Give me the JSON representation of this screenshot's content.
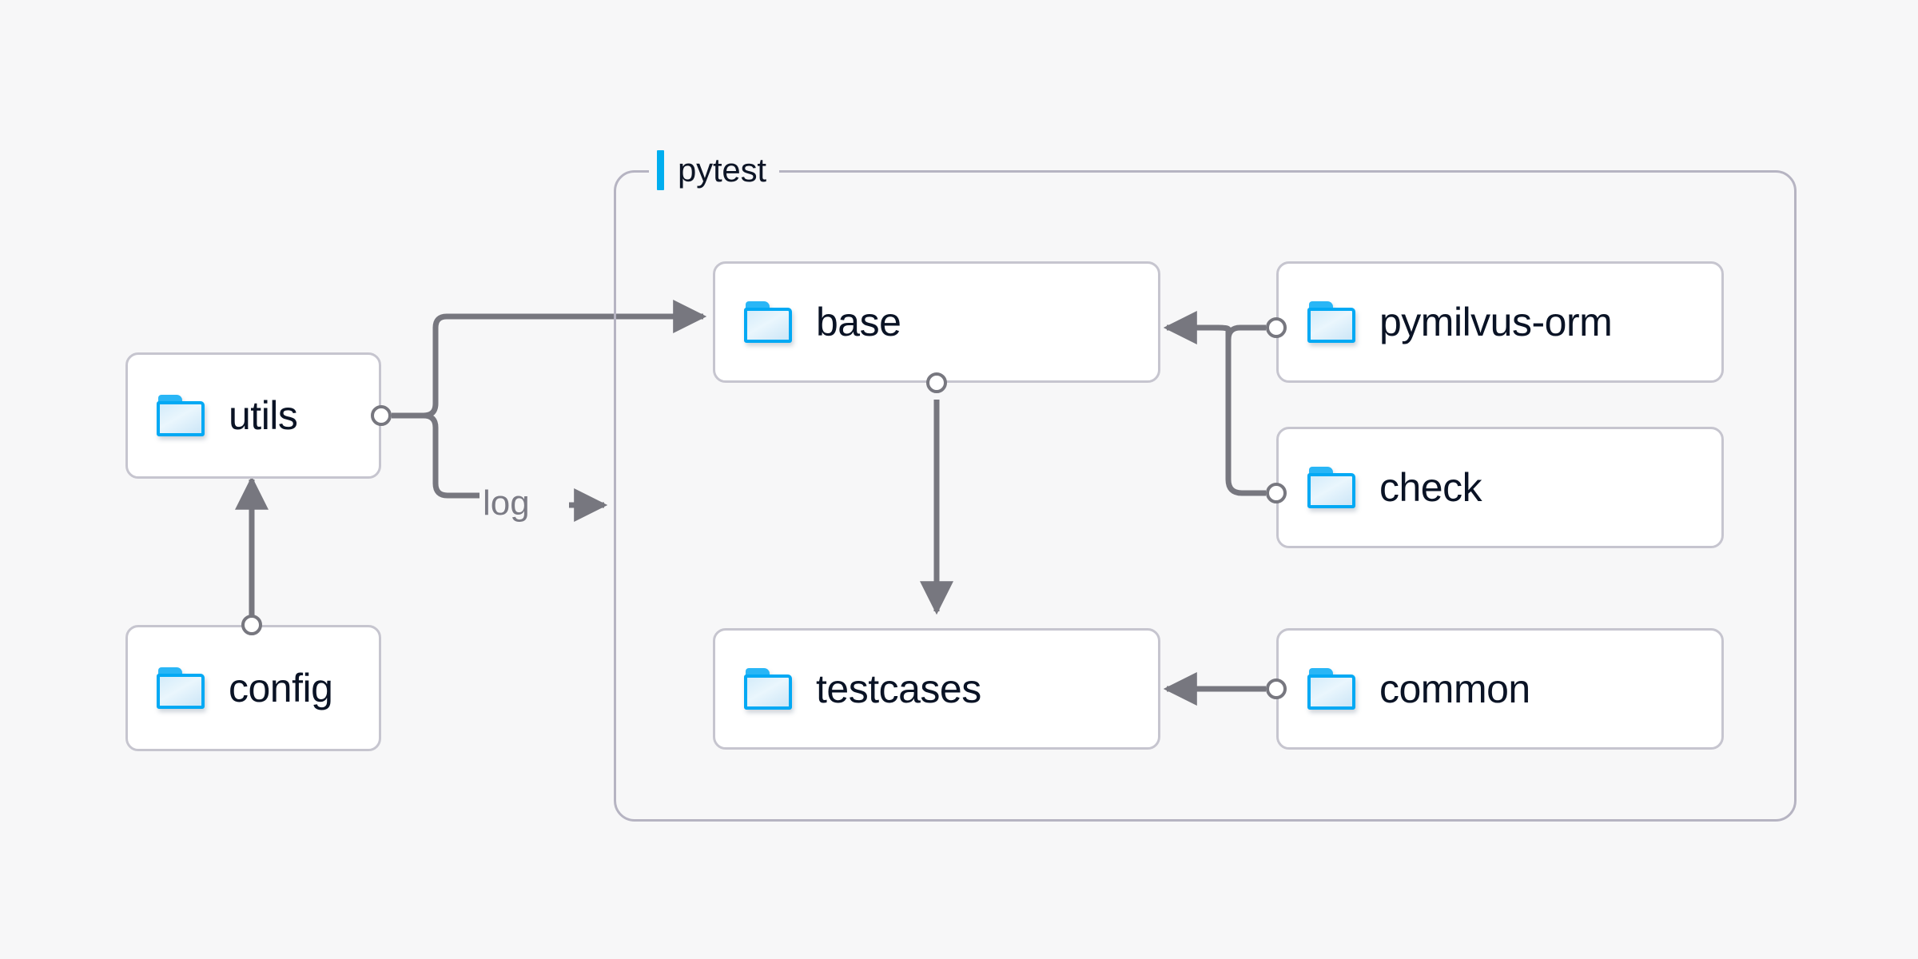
{
  "diagram": {
    "background_color": "#f7f7f8",
    "node_border_color": "#c6c5cf",
    "group_border_color": "#b6b4c2",
    "edge_color": "#77777f",
    "accent_color": "#00aeef",
    "folder_icon_color": "#03a9f4",
    "label_text_color": "#0a1325"
  },
  "group": {
    "label": "pytest",
    "icon": "accent-bar"
  },
  "nodes": [
    {
      "id": "utils",
      "label": "utils",
      "icon": "folder-icon"
    },
    {
      "id": "config",
      "label": "config",
      "icon": "folder-icon"
    },
    {
      "id": "base",
      "label": "base",
      "icon": "folder-icon"
    },
    {
      "id": "testcases",
      "label": "testcases",
      "icon": "folder-icon"
    },
    {
      "id": "pymilvus-orm",
      "label": "pymilvus-orm",
      "icon": "folder-icon"
    },
    {
      "id": "check",
      "label": "check",
      "icon": "folder-icon"
    },
    {
      "id": "common",
      "label": "common",
      "icon": "folder-icon"
    }
  ],
  "edges": [
    {
      "from": "config",
      "to": "utils",
      "label": ""
    },
    {
      "from": "utils",
      "to": "base",
      "label": ""
    },
    {
      "from": "utils",
      "to": "pytest",
      "label": "log"
    },
    {
      "from": "base",
      "to": "testcases",
      "label": ""
    },
    {
      "from": "pymilvus-orm",
      "to": "base",
      "label": ""
    },
    {
      "from": "check",
      "to": "base",
      "label": ""
    },
    {
      "from": "common",
      "to": "testcases",
      "label": ""
    }
  ],
  "edge_labels": {
    "log": "log"
  }
}
